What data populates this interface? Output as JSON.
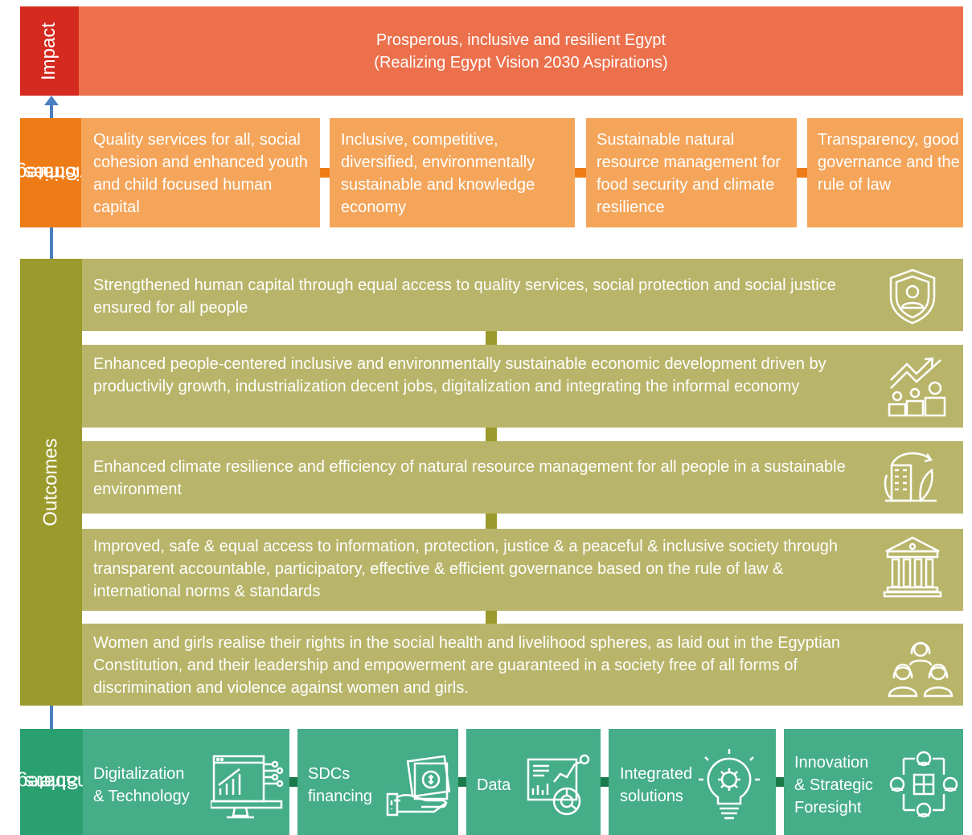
{
  "impact": {
    "label": "Impact",
    "line1": "Prosperous, inclusive and resilient Egypt",
    "line2": "(Realizing Egypt Vision 2030 Aspirations)"
  },
  "priorities": {
    "label_line1": "Strategic",
    "label_line2": "Priorities",
    "items": [
      {
        "text": "Quality services for all, social cohesion and enhanced youth and child focused human capital"
      },
      {
        "text": "Inclusive, competitive, diversified, environmentally sustainable and knowledge economy"
      },
      {
        "text": "Sustainable natural resource management for food security and climate resilience"
      },
      {
        "text": "Transparency, good governance and the rule of law"
      }
    ]
  },
  "outcomes": {
    "label": "Outcomes",
    "items": [
      {
        "text": "Strengthened human capital through equal access to quality services, social protection and social justice ensured for all people",
        "icon": "shield-person-icon"
      },
      {
        "text": "Enhanced people-centered inclusive and environmentally sustainable economic development driven by productivily growth, industrialization decent jobs, digitalization and integrating the informal economy",
        "icon": "growth-people-icon"
      },
      {
        "text": "Enhanced climate resilience and efficiency of natural resource management for all people in a sustainable environment",
        "icon": "building-leaf-icon"
      },
      {
        "text": "Improved, safe & equal access to information, protection, justice & a peaceful & inclusive society through transparent accountable, participatory, effective & efficient governance based on the rule of law & international norms & standards",
        "icon": "government-building-icon"
      },
      {
        "text": "Women and girls realise their rights in the social health and livelihood spheres, as laid out in the Egyptian Constitution, and their leadership and empowerment are guaranteed in a society free of all forms of discrimination and violence against women and girls.",
        "icon": "women-group-icon"
      }
    ]
  },
  "enablers": {
    "label_line1": "Strategic",
    "label_line2": "Enablers",
    "items": [
      {
        "line1": "Digitalization",
        "line2": "& Technology",
        "icon": "monitor-chart-icon"
      },
      {
        "line1": "SDCs",
        "line2": "financing",
        "icon": "hand-money-icon"
      },
      {
        "line1": "Data",
        "line2": "",
        "icon": "data-dashboard-icon"
      },
      {
        "line1": "Integrated",
        "line2": "solutions",
        "icon": "lightbulb-gear-icon"
      },
      {
        "line1": "Innovation",
        "line2": "& Strategic",
        "line3": "Foresight",
        "icon": "network-people-icon"
      }
    ]
  },
  "colors": {
    "impact_label": "#d42a1f",
    "impact_box": "#ec704c",
    "priority_label": "#ee7c16",
    "priority_box": "#f4a55a",
    "outcome_label": "#9b9a2c",
    "outcome_box": "#b8b56a",
    "enabler_label": "#2a9f70",
    "enabler_box": "#46ad89",
    "arrow": "#4a7fc0"
  }
}
